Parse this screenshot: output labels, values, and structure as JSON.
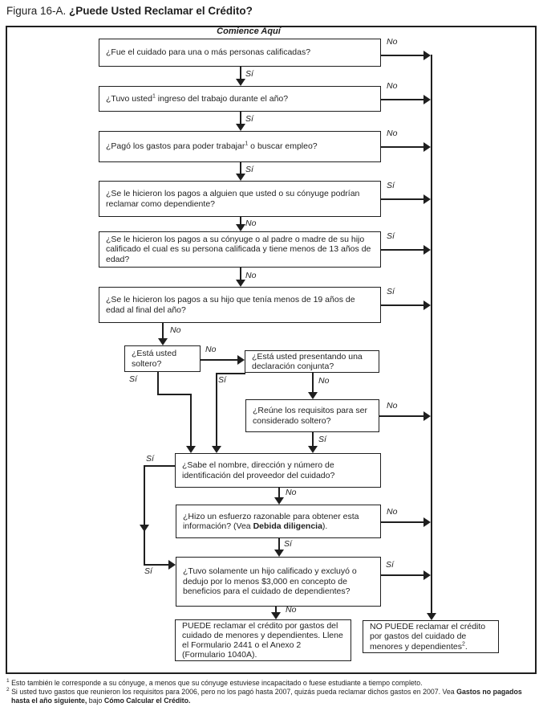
{
  "title": {
    "figure": "Figura 16-A.",
    "heading": " ¿Puede Usted Reclamar el Crédito?"
  },
  "start_label": "Comience Aquí",
  "answers": {
    "yes": "Sí",
    "no": "No"
  },
  "questions": {
    "q1": "¿Fue el cuidado para una o más personas calificadas?",
    "q2_pre": "¿Tuvo usted",
    "q2_sup": "1",
    "q2_post": " ingreso del trabajo durante el año?",
    "q3_pre": "¿Pagó los gastos para poder trabajar",
    "q3_sup": "1",
    "q3_post": " o buscar empleo?",
    "q4": "¿Se le hicieron los pagos a alguien que usted o su cónyuge podrían reclamar como dependiente?",
    "q5": "¿Se le hicieron los pagos a su cónyuge o al padre o madre de su hijo calificado el cual es su persona calificada y tiene menos de 13 años de edad?",
    "q6": "¿Se le hicieron los pagos a su hijo que tenía menos de 19 años de edad al final del año?",
    "q7": "¿Está usted soltero?",
    "q8": "¿Está usted presentando una declaración conjunta?",
    "q9": "¿Reúne los requisitos para ser considerado soltero?",
    "q10": "¿Sabe el nombre, dirección y número de identificación del proveedor del cuidado?",
    "q11_pre": "¿Hizo un esfuerzo razonable para obtener esta información? (Vea ",
    "q11_bold": "Debida diligencia",
    "q11_post": ").",
    "q12": "¿Tuvo solamente un hijo calificado y excluyó o dedujo por lo menos $3,000 en concepto de beneficios para el cuidado de dependientes?"
  },
  "outcomes": {
    "can_claim": "PUEDE reclamar el crédito por gastos del cuidado de menores y dependientes. Llene el Formulario 2441 o el Anexo 2 (Formulario 1040A).",
    "cannot_claim_pre": "NO PUEDE reclamar el crédito por gastos del cuidado de menores y dependientes",
    "cannot_claim_sup": "2",
    "cannot_claim_post": "."
  },
  "footnotes": {
    "fn1_marker": "1",
    "fn1_text": " Esto también le corresponde a su cónyuge, a menos que su cónyuge estuviese incapacitado o fuese estudiante a tiempo completo.",
    "fn2_marker": "2",
    "fn2_pre": " Si usted tuvo gastos que reunieron los requisitos para 2006, pero no los pagó hasta 2007, quizás pueda reclamar dichos gastos en 2007. Vea ",
    "fn2_bold1": "Gastos no pagados hasta el año siguiente,",
    "fn2_mid": " bajo ",
    "fn2_bold2": "Cómo Calcular el Crédito."
  },
  "colors": {
    "ink": "#1f1f1f",
    "paper": "#ffffff"
  }
}
